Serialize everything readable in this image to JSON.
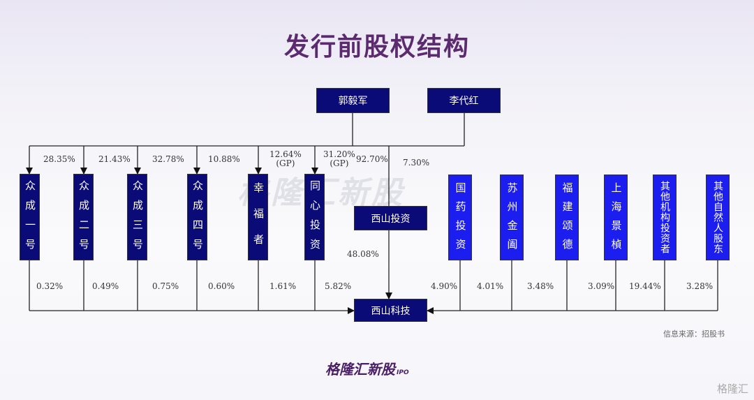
{
  "title": "发行前股权结构",
  "controllers": [
    {
      "name": "郭毅军"
    },
    {
      "name": "李代红"
    }
  ],
  "left_entities": [
    {
      "name": "众成一号",
      "top_pct": "28.35%",
      "bottom_pct": "0.32%"
    },
    {
      "name": "众成二号",
      "top_pct": "21.43%",
      "bottom_pct": "0.49%"
    },
    {
      "name": "众成三号",
      "top_pct": "32.78%",
      "bottom_pct": "0.75%"
    },
    {
      "name": "众成四号",
      "top_pct": "10.88%",
      "bottom_pct": "0.60%"
    },
    {
      "name": "幸福者",
      "top_pct": "12.64%",
      "top_note": "(GP)",
      "bottom_pct": "1.61%"
    },
    {
      "name": "同心投资",
      "top_pct": "31.20%",
      "top_note": "(GP)",
      "bottom_pct": "5.82%"
    }
  ],
  "holding": {
    "name": "西山投资",
    "guo_pct": "92.70%",
    "li_pct": "7.30%",
    "to_company_pct": "48.08%"
  },
  "company": {
    "name": "西山科技"
  },
  "right_entities": [
    {
      "name": "国药投资",
      "pct": "4.90%"
    },
    {
      "name": "苏州金阖",
      "pct": "4.01%"
    },
    {
      "name": "福建颂德",
      "pct": "3.48%"
    },
    {
      "name": "上海景楨",
      "pct": "3.09%"
    },
    {
      "name": "其他机构投资者",
      "pct": "19.44%"
    },
    {
      "name": "其他自然人股东",
      "pct": "3.28%"
    }
  ],
  "source": "信息来源：招股书",
  "watermark": "格隆汇新股",
  "logo": {
    "text": "格隆汇新股",
    "sub": "IPO"
  },
  "corner_watermark": "格隆汇",
  "colors": {
    "navy": "#0b0b78",
    "blue": "#1c1ef0",
    "title": "#5b2a6f"
  }
}
